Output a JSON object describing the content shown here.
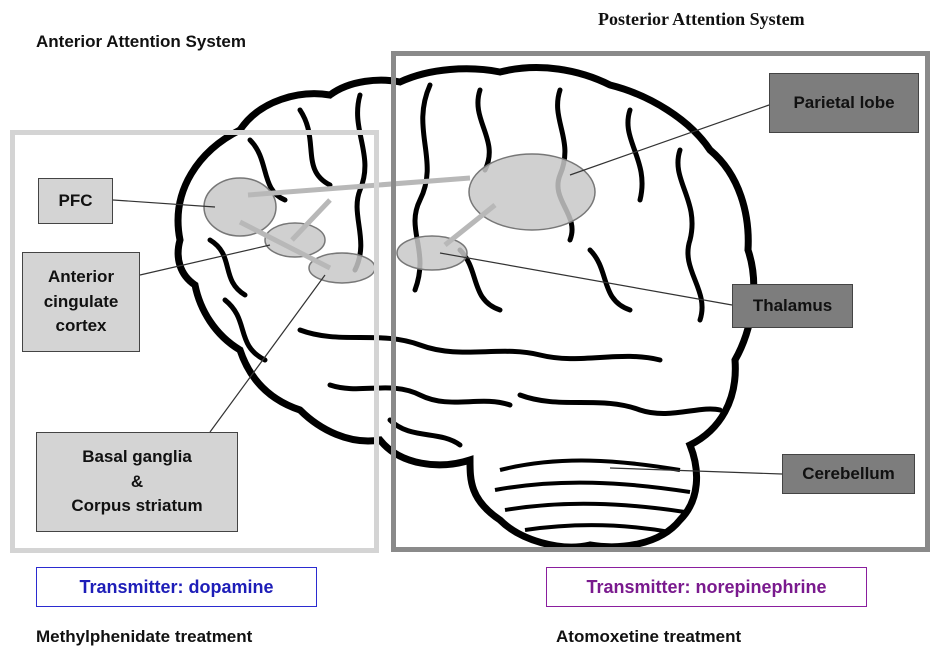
{
  "titles": {
    "anterior": "Anterior Attention System",
    "posterior": "Posterior Attention System"
  },
  "labels": {
    "pfc": "PFC",
    "acc": "Anterior cingulate cortex",
    "basal_ganglia_line1": "Basal ganglia",
    "basal_ganglia_line2": "&",
    "basal_ganglia_line3": "Corpus striatum",
    "parietal": "Parietal lobe",
    "thalamus": "Thalamus",
    "cerebellum": "Cerebellum"
  },
  "transmitters": {
    "anterior": "Transmitter: dopamine",
    "posterior": "Transmitter: norepinephrine"
  },
  "treatments": {
    "anterior": "Methylphenidate treatment",
    "posterior": "Atomoxetine treatment"
  },
  "colors": {
    "anterior_frame": "#d4d4d4",
    "posterior_frame": "#8a8a8a",
    "dopamine_text": "#1e1eb8",
    "norepinephrine_text": "#7a1a8e"
  }
}
